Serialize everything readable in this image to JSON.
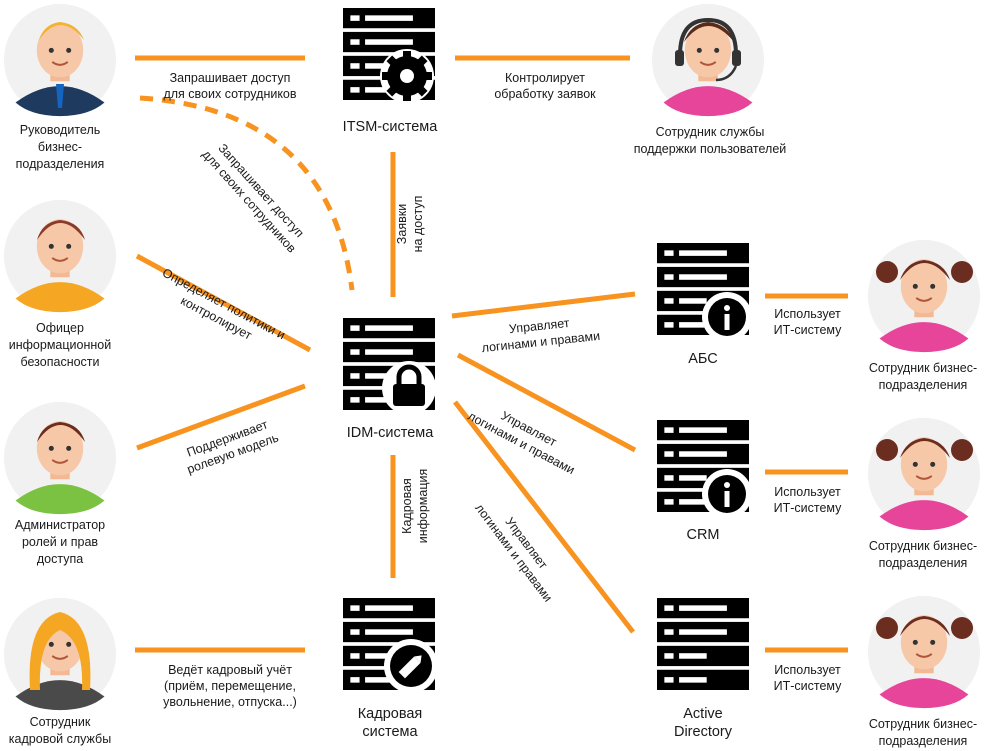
{
  "colors": {
    "accent": "#f7931e",
    "server": "#000000",
    "skin": "#f6c8a8"
  },
  "people": [
    {
      "id": "manager",
      "label_lines": [
        "Руководитель",
        "бизнес-",
        "подразделения"
      ]
    },
    {
      "id": "security",
      "label_lines": [
        "Офицер",
        "информационной",
        "безопасности"
      ]
    },
    {
      "id": "admin",
      "label_lines": [
        "Администратор",
        "ролей и прав",
        "доступа"
      ]
    },
    {
      "id": "hr",
      "label_lines": [
        "Сотрудник",
        "кадровой службы"
      ]
    },
    {
      "id": "support",
      "label_lines": [
        "Сотрудник службы",
        "поддержки пользователей"
      ]
    },
    {
      "id": "user1",
      "label_lines": [
        "Сотрудник бизнес-",
        "подразделения"
      ]
    },
    {
      "id": "user2",
      "label_lines": [
        "Сотрудник бизнес-",
        "подразделения"
      ]
    },
    {
      "id": "user3",
      "label_lines": [
        "Сотрудник бизнес-",
        "подразделения"
      ]
    }
  ],
  "systems": [
    {
      "id": "itsm",
      "label_lines": [
        "ITSM-система"
      ],
      "icon": "gear-icon"
    },
    {
      "id": "idm",
      "label_lines": [
        "IDM-система"
      ],
      "icon": "lock-icon"
    },
    {
      "id": "hrsys",
      "label_lines": [
        "Кадровая",
        "система"
      ],
      "icon": "pencil-icon"
    },
    {
      "id": "abs",
      "label_lines": [
        "АБС"
      ],
      "icon": "info-icon"
    },
    {
      "id": "crm",
      "label_lines": [
        "CRM"
      ],
      "icon": "info-icon"
    },
    {
      "id": "ad",
      "label_lines": [
        "Active",
        "Directory"
      ],
      "icon": "none"
    }
  ],
  "edges": [
    {
      "id": "manager-itsm",
      "label_lines": [
        "Запрашивает доступ",
        "для своих сотрудников"
      ]
    },
    {
      "id": "manager-idm",
      "label_lines": [
        "Запрашивает доступ",
        "для своих сотрудников"
      ],
      "style": "dashed"
    },
    {
      "id": "itsm-support",
      "label_lines": [
        "Контролирует",
        "обработку заявок"
      ]
    },
    {
      "id": "itsm-idm",
      "label_lines": [
        "Заявки",
        "на доступ"
      ]
    },
    {
      "id": "security-idm",
      "label_lines": [
        "Определяет политики и",
        "контролирует"
      ]
    },
    {
      "id": "admin-idm",
      "label_lines": [
        "Поддерживает",
        "ролевую модель"
      ]
    },
    {
      "id": "idm-hrsys",
      "label_lines": [
        "Кадровая",
        "информация"
      ]
    },
    {
      "id": "hr-hrsys",
      "label_lines": [
        "Ведёт кадровый учёт",
        "(приём, перемещение,",
        "увольнение, отпуска...)"
      ]
    },
    {
      "id": "idm-abs",
      "label_lines": [
        "Управляет",
        "логинами и правами"
      ]
    },
    {
      "id": "idm-crm",
      "label_lines": [
        "Управляет",
        "логинами и правами"
      ]
    },
    {
      "id": "idm-ad",
      "label_lines": [
        "Управляет",
        "логинами и правами"
      ]
    },
    {
      "id": "abs-user1",
      "label_lines": [
        "Использует",
        "ИТ-систему"
      ]
    },
    {
      "id": "crm-user2",
      "label_lines": [
        "Использует",
        "ИТ-систему"
      ]
    },
    {
      "id": "ad-user3",
      "label_lines": [
        "Использует",
        "ИТ-систему"
      ]
    }
  ]
}
